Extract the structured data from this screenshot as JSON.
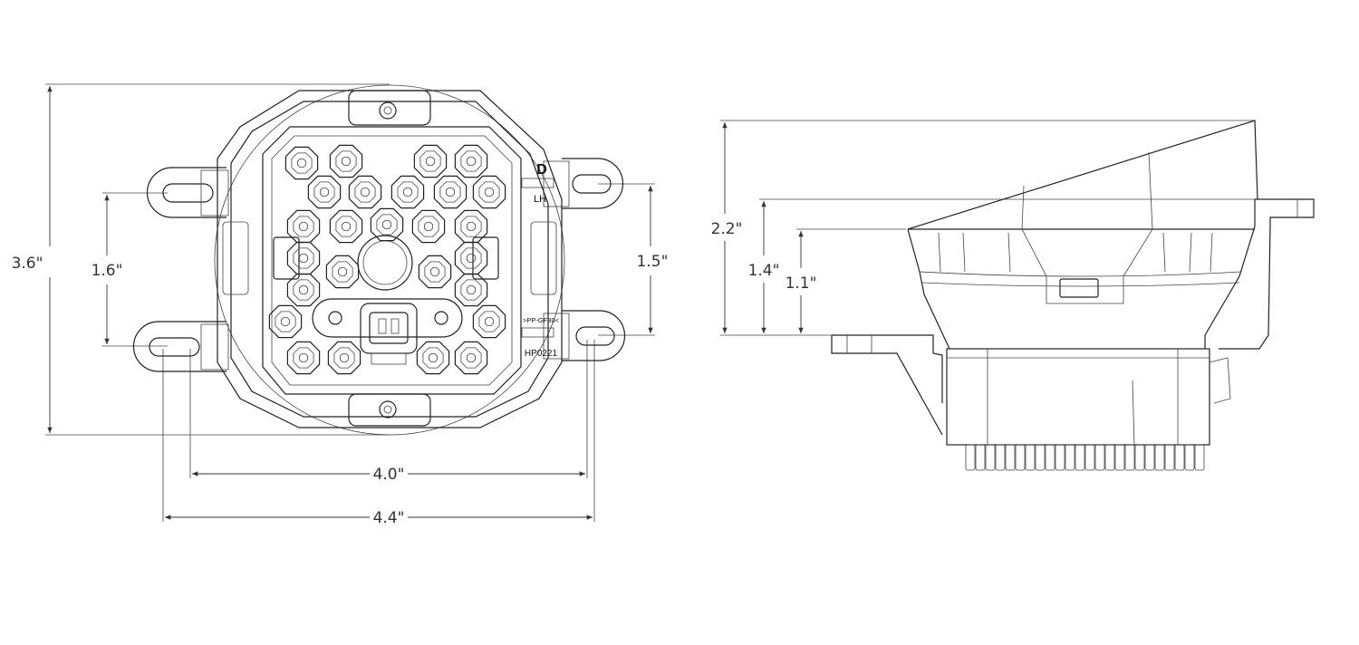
{
  "front_view": {
    "dimensions": {
      "overall_height": "3.6\"",
      "inner_mount_height_left": "1.6\"",
      "inner_mount_height_right": "1.5\"",
      "mount_width_inner": "4.0\"",
      "mount_width_outer": "4.4\""
    },
    "markings": {
      "logo": "D",
      "side": "LH",
      "material": ">PP-GF30<",
      "part_code": "HP0221"
    }
  },
  "side_view": {
    "dimensions": {
      "overall_depth": "2.2\"",
      "flange_depth": "1.4\"",
      "lens_depth": "1.1\""
    }
  },
  "colors": {
    "line": "#222222",
    "background": "#ffffff"
  }
}
